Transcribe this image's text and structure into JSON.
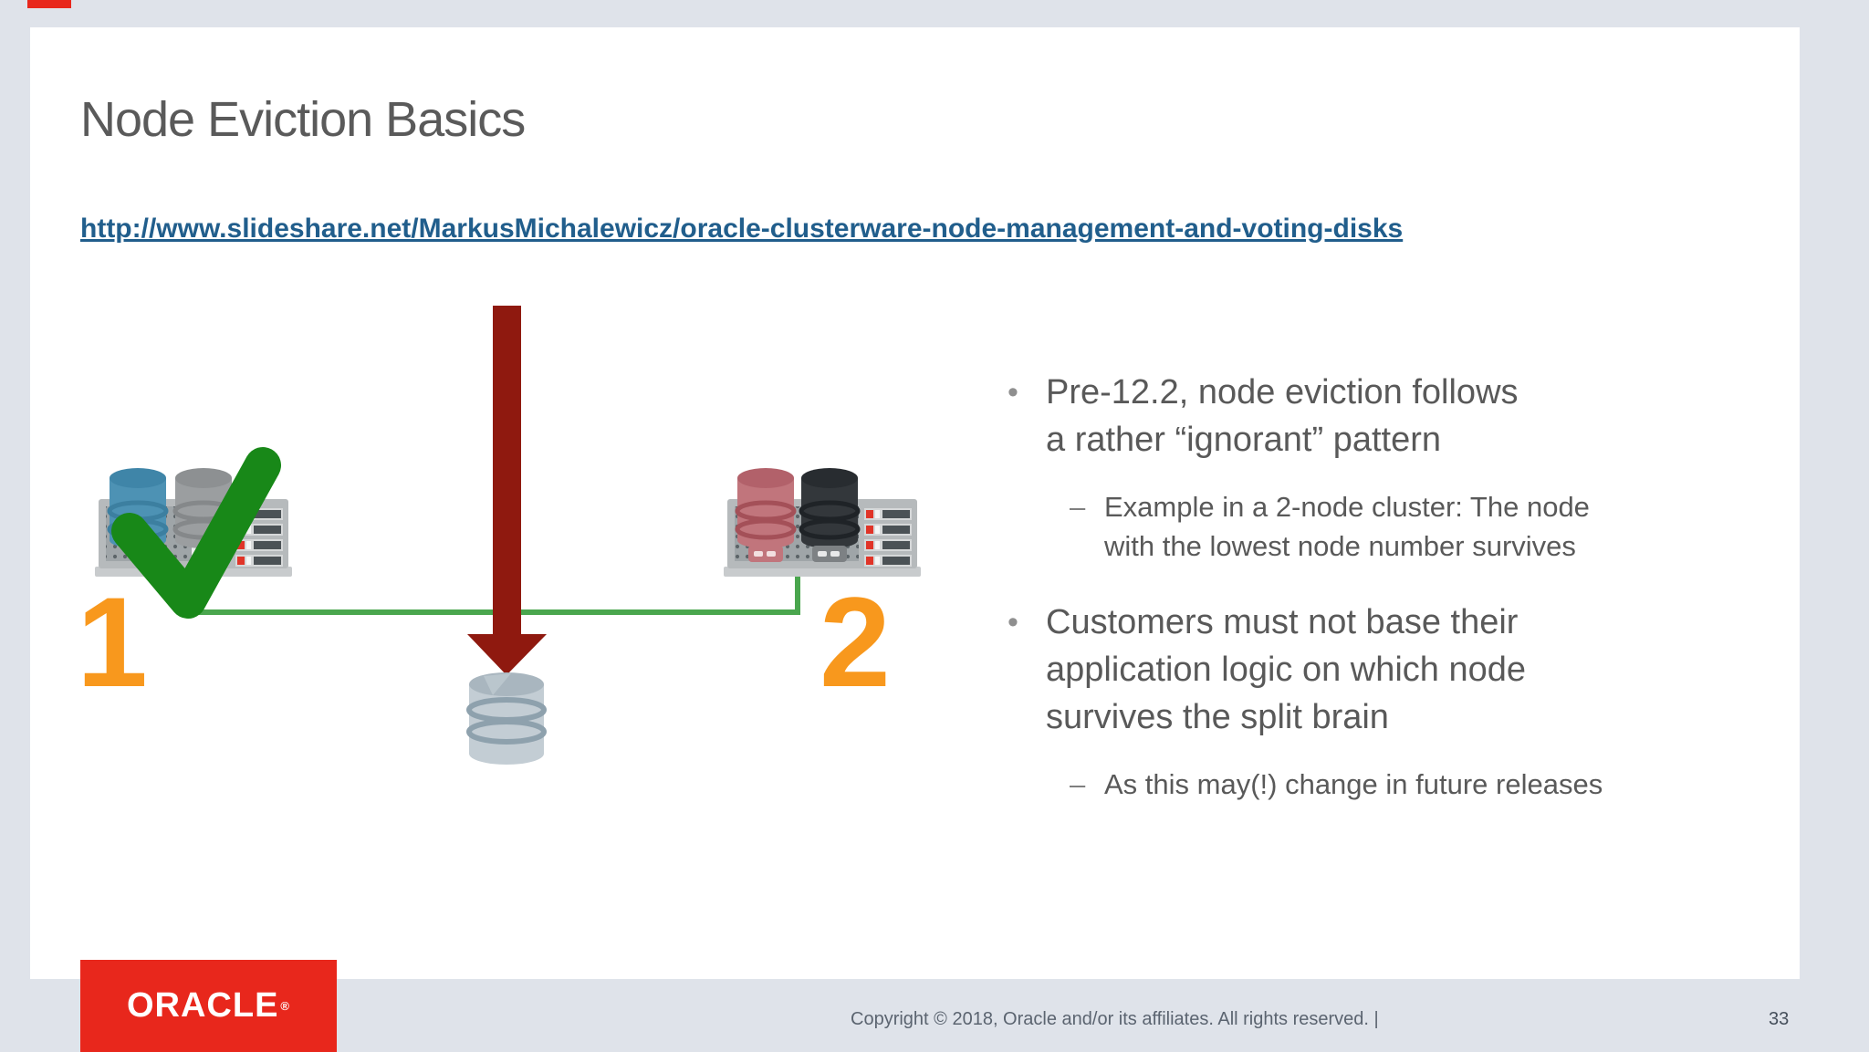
{
  "slide": {
    "title": "Node Eviction Basics",
    "link": "http://www.slideshare.net/MarkusMichalewicz/oracle-clusterware-node-management-and-voting-disks",
    "markers": {
      "main": "•",
      "sub": "–"
    },
    "bullets": [
      {
        "text": "Pre-12.2, node eviction follows\na rather “ignorant” pattern",
        "sub": "Example in a 2-node cluster: The node\nwith the lowest node number survives"
      },
      {
        "text": "Customers must not base their\napplication logic on which node\nsurvives the split brain",
        "sub": "As this may(!) change in future releases"
      }
    ],
    "diagram": {
      "node1_label": "1",
      "node2_label": "2",
      "icons": [
        "server-node-1",
        "server-node-2",
        "green-checkmark",
        "eviction-arrow",
        "voting-disk",
        "interconnect-line"
      ],
      "colors": {
        "check_green": "#188818",
        "line_green": "#4aa64e",
        "arrow_red": "#8f190f",
        "number_orange": "#f8981d"
      }
    },
    "footer": {
      "logo_text": "ORACLE",
      "logo_reg": "®",
      "copyright": "Copyright © 2018, Oracle and/or its affiliates. All rights reserved.  |",
      "page_number": "33"
    }
  }
}
